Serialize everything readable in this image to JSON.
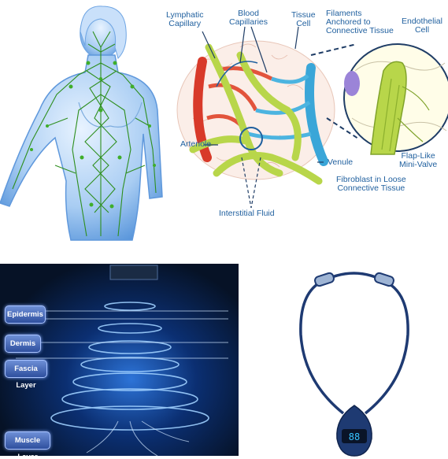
{
  "diagram": {
    "labels": {
      "lymphatic_capillary": [
        "Lymphatic",
        "Capillary"
      ],
      "blood_capillaries": [
        "Blood",
        "Capillaries"
      ],
      "tissue_cell": [
        "Tissue",
        "Cell"
      ],
      "filaments": [
        "Filaments",
        "Anchored to",
        "Connective Tissue"
      ],
      "endothelial_cell": [
        "Endothelial",
        "Cell"
      ],
      "arteriole": "Arteriole",
      "venule": "Venule",
      "flap_valve": [
        "Flap-Like",
        "Mini-Valve"
      ],
      "fibroblast": [
        "Fibroblast in Loose",
        "Connective Tissue"
      ],
      "interstitial_fluid": "Interstitial Fluid"
    }
  },
  "skin_layers": [
    "Epidermis",
    "Dermis",
    "Fascia Layer",
    "Muscle Layer"
  ],
  "device": {
    "display": "88"
  },
  "colors": {
    "label_blue": "#1f5f9e",
    "lymph_green": "#b8d64a",
    "artery_red": "#d83a2a",
    "vein_blue": "#3aa6d8",
    "panel_dark": "#061226",
    "device_navy": "#1e3a72"
  }
}
